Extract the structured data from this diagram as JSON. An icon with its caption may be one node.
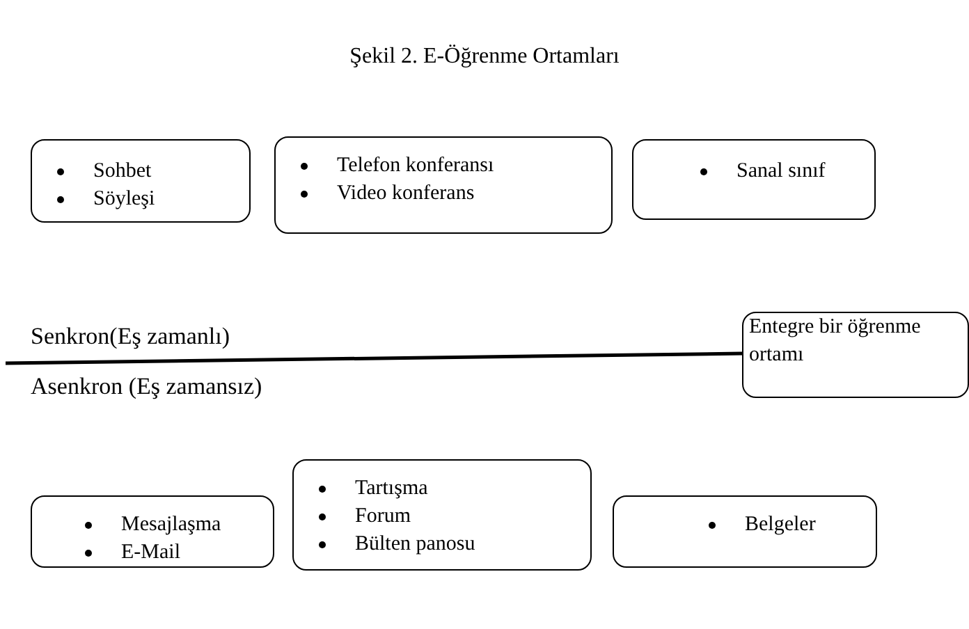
{
  "diagram": {
    "title": "Şekil 2. E-Öğrenme Ortamları",
    "nodes": [
      {
        "text": [
          "Sohbet",
          "Söyleşi"
        ]
      },
      {
        "text": [
          "Telefon konferansı",
          "Video konferans"
        ]
      },
      {
        "text": [
          "Sanal sınıf"
        ]
      },
      {
        "text": [
          "Entegre bir öğrenme ortamı"
        ]
      },
      {
        "text": [
          "Mesajlaşma",
          "E-Mail"
        ]
      },
      {
        "text": [
          "Tartışma",
          "Forum",
          "Bülten panosu"
        ]
      },
      {
        "text": [
          "Belgeler"
        ]
      }
    ],
    "edges": [],
    "labels": [
      "Senkron(Eş zamanlı)",
      "Asenkron (Eş zamansız)"
    ]
  }
}
